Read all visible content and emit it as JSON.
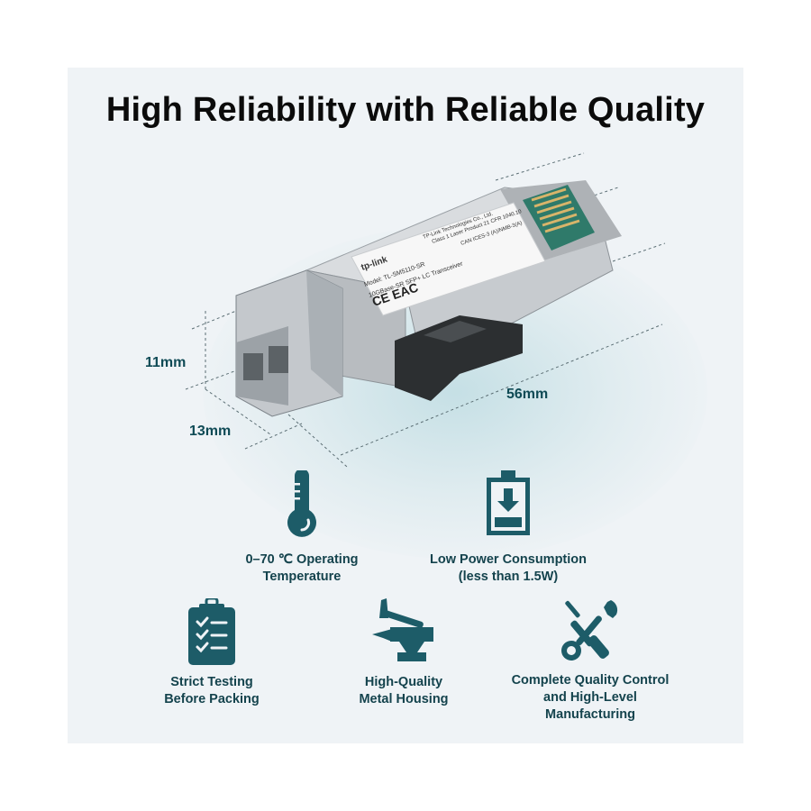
{
  "title": "High Reliability with Reliable Quality",
  "accent_color": "#1d5c68",
  "product": {
    "brand": "tp-link",
    "model": "Model: TL-SM5110-SR",
    "description": "10GBase-SR SFP+ LC Transceiver",
    "label_lines": [
      "TP-Link Technologies Co., Ltd.",
      "Class 1 Laser Product 21 CFR 1040.10",
      "CAN ICES-3 (A)/NMB-3(A)"
    ]
  },
  "dimensions": {
    "height": "11mm",
    "width": "13mm",
    "length": "56mm"
  },
  "features": [
    {
      "icon": "thermometer-icon",
      "lines": [
        "0–70 ℃ Operating",
        "Temperature"
      ]
    },
    {
      "icon": "battery-charging-icon",
      "lines": [
        "Low Power Consumption",
        "(less than 1.5W)"
      ]
    },
    {
      "icon": "clipboard-checklist-icon",
      "lines": [
        "Strict Testing",
        "Before Packing"
      ]
    },
    {
      "icon": "anvil-hammer-icon",
      "lines": [
        "High-Quality",
        "Metal Housing"
      ]
    },
    {
      "icon": "wrench-screwdriver-icon",
      "lines": [
        "Complete Quality Control",
        "and High-Level",
        "Manufacturing"
      ]
    }
  ]
}
